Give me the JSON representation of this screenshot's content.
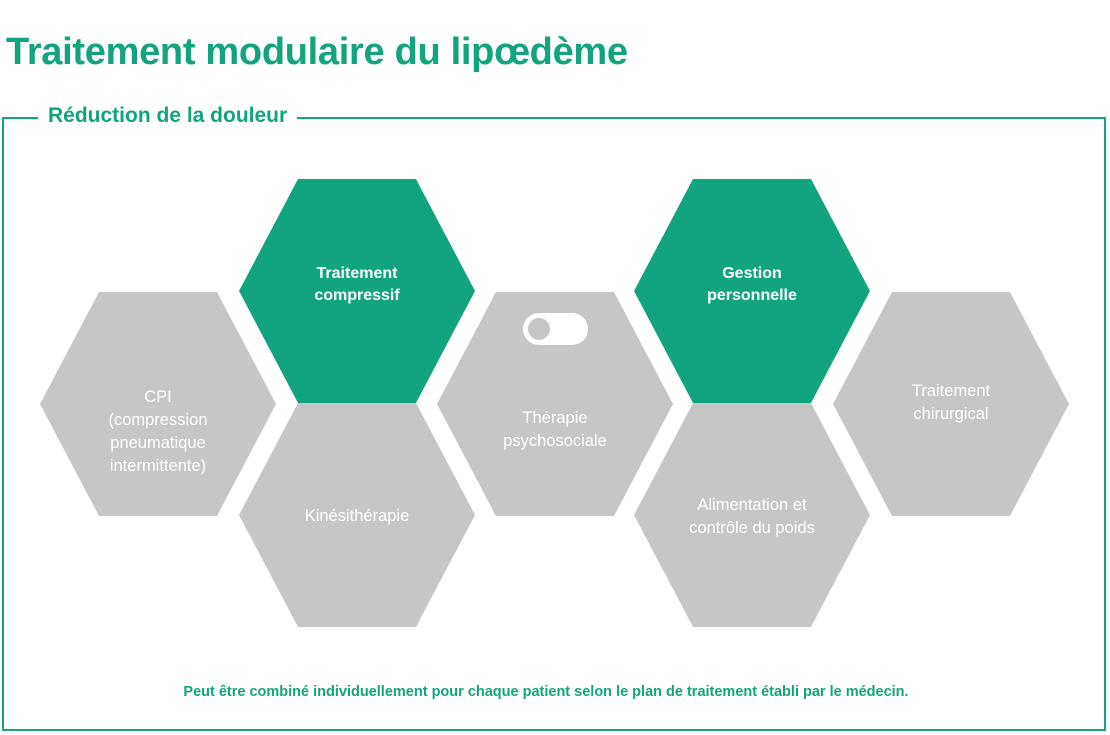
{
  "page": {
    "title": "Traitement modulaire du lipœdème",
    "accent_color": "#12a47e",
    "inactive_color": "#c6c6c6",
    "background_color": "#ffffff"
  },
  "frame": {
    "legend": "Réduction de la douleur"
  },
  "honeycomb": {
    "cells": [
      {
        "id": "cpi",
        "label": "CPI\n(compression\npneumatique\nintermittente)",
        "state": "inactive",
        "color": "#c6c6c6"
      },
      {
        "id": "traitement-compressif",
        "label": "Traitement\ncompressif",
        "state": "active",
        "color": "#12a47e"
      },
      {
        "id": "kinesitherapie",
        "label": "Kinésithérapie",
        "state": "inactive",
        "color": "#c6c6c6"
      },
      {
        "id": "therapie-psychosociale",
        "label": "Thérapie\npsychosociale",
        "state": "inactive",
        "color": "#c6c6c6"
      },
      {
        "id": "gestion-personnelle",
        "label": "Gestion\npersonnelle",
        "state": "active",
        "color": "#12a47e"
      },
      {
        "id": "alimentation-controle-poids",
        "label": "Alimentation et\ncontrôle du poids",
        "state": "inactive",
        "color": "#c6c6c6"
      },
      {
        "id": "traitement-chirurgical",
        "label": "Traitement\nchirurgical",
        "state": "inactive",
        "color": "#c6c6c6"
      }
    ]
  },
  "toggle": {
    "name": "psychosocial-therapy-toggle",
    "state": "off",
    "track_color": "#ffffff",
    "knob_color": "#c6c6c6"
  },
  "footnote": {
    "text": "Peut être combiné individuellement pour chaque patient selon le plan de traitement établi par le médecin."
  }
}
